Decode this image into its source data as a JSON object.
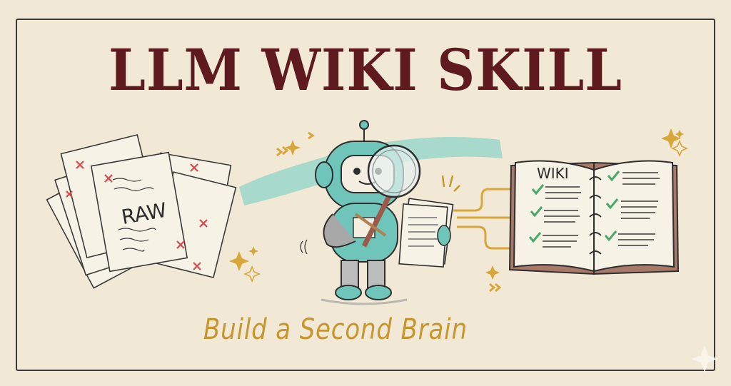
{
  "title": "LLM WIKI SKILL",
  "subtitle": "Build a Second Brain",
  "illustration": {
    "raw_documents": {
      "label": "RAW",
      "icons": [
        "document-stack-icon",
        "red-x-mark-icon"
      ]
    },
    "robot": {
      "icons": [
        "robot-icon",
        "magnifying-glass-icon",
        "pencil-icon",
        "paper-stack-icon"
      ]
    },
    "wiki_book": {
      "label": "WIKI",
      "icons": [
        "open-binder-book-icon",
        "green-checkmark-icon"
      ]
    },
    "decorations": [
      "sparkle-icon",
      "double-chevron-icon",
      "connector-lines"
    ]
  },
  "colors": {
    "background": "#f1e9d6",
    "title": "#5e1a1f",
    "subtitle": "#c8962e",
    "accent_teal": "#73c9be",
    "ink": "#3a3a3a",
    "red_mark": "#d94a4a",
    "green_check": "#4aa86a",
    "gold": "#c8962e"
  }
}
